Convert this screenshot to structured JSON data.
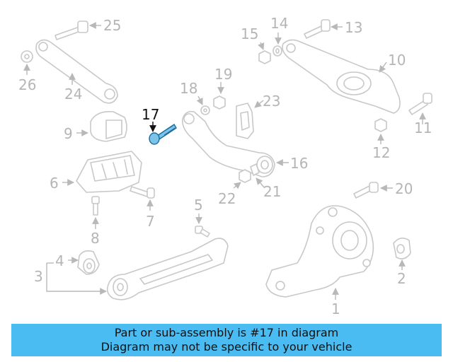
{
  "diagram": {
    "highlighted_part": "17",
    "callouts": [
      "1",
      "2",
      "3",
      "4",
      "5",
      "6",
      "7",
      "8",
      "9",
      "10",
      "11",
      "12",
      "13",
      "14",
      "15",
      "16",
      "17",
      "18",
      "19",
      "20",
      "21",
      "22",
      "23",
      "24",
      "25",
      "26"
    ]
  },
  "banner": {
    "line1": "Part or sub-assembly is #17 in diagram",
    "line2": "Diagram may not be specific to your vehicle",
    "color": "#4bbcf2"
  },
  "colors": {
    "highlight_fill": "#7cc3ec",
    "highlight_text": "#111111",
    "muted_text": "#b5b5b5"
  }
}
